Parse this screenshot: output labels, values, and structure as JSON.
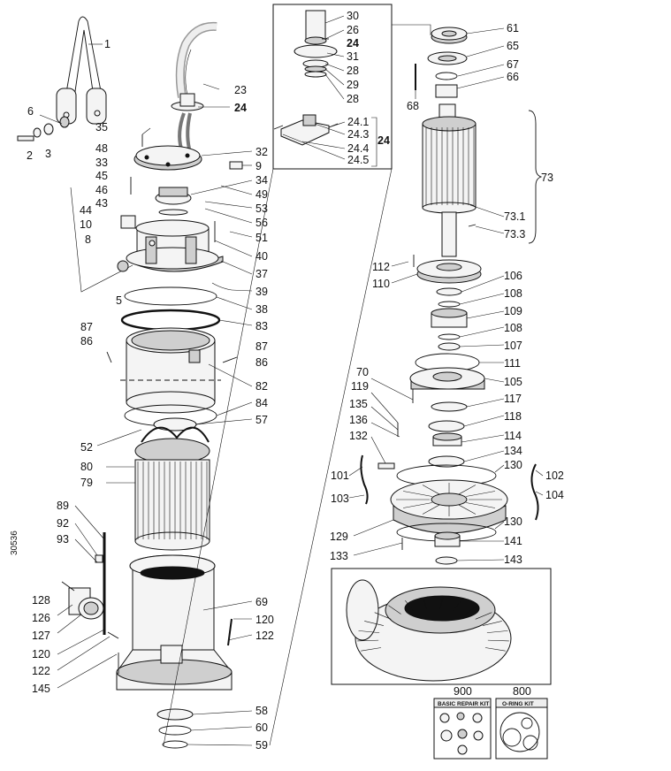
{
  "figure_id": "30536",
  "kits": {
    "basic_repair": {
      "number": "900",
      "title": "BASIC REPAIR KIT"
    },
    "o_ring": {
      "number": "800",
      "title": "O-RING KIT"
    }
  },
  "labels": {
    "l1": "1",
    "l6": "6",
    "l2": "2",
    "l3": "3",
    "l35": "35",
    "l48": "48",
    "l33": "33",
    "l45": "45",
    "l46": "46",
    "l43": "43",
    "l44": "44",
    "l10": "10",
    "l8": "8",
    "l5": "5",
    "l23": "23",
    "l24a": "24",
    "l32": "32",
    "l9": "9",
    "l34": "34",
    "l49": "49",
    "l53": "53",
    "l56": "56",
    "l51": "51",
    "l40": "40",
    "l37": "37",
    "l39": "39",
    "l38": "38",
    "l83": "83",
    "l87a": "87",
    "l86a": "86",
    "l87b": "87",
    "l86b": "86",
    "l82": "82",
    "l84": "84",
    "l57": "57",
    "l52": "52",
    "l80": "80",
    "l79": "79",
    "l89": "89",
    "l92": "92",
    "l93": "93",
    "l128": "128",
    "l126": "126",
    "l127": "127",
    "l120a": "120",
    "l122a": "122",
    "l145": "145",
    "l69": "69",
    "l120b": "120",
    "l122b": "122",
    "l58": "58",
    "l60": "60",
    "l59": "59",
    "l30": "30",
    "l26": "26",
    "l24b": "24",
    "l31": "31",
    "l28a": "28",
    "l29": "29",
    "l28b": "28",
    "l24_1": "24.1",
    "l24_3": "24.3",
    "l24_4": "24.4",
    "l24_5": "24.5",
    "l24c": "24",
    "l61": "61",
    "l65": "65",
    "l67": "67",
    "l66": "66",
    "l68": "68",
    "l73": "73",
    "l73_1": "73.1",
    "l73_3": "73.3",
    "l112": "112",
    "l110": "110",
    "l106": "106",
    "l108a": "108",
    "l109": "109",
    "l108b": "108",
    "l107": "107",
    "l111": "111",
    "l105": "105",
    "l70": "70",
    "l119": "119",
    "l117": "117",
    "l135": "135",
    "l118": "118",
    "l136": "136",
    "l114": "114",
    "l132": "132",
    "l134": "134",
    "l130a": "130",
    "l101": "101",
    "l102": "102",
    "l103": "103",
    "l104": "104",
    "l130b": "130",
    "l129": "129",
    "l141": "141",
    "l133": "133",
    "l143": "143"
  }
}
